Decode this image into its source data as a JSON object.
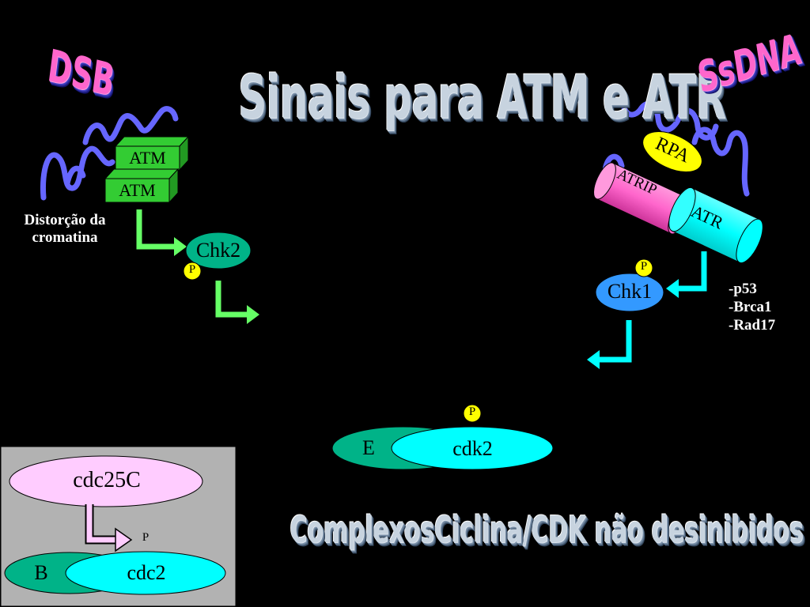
{
  "title": "Sinais para ATM e ATR",
  "subtitle": "ComplexosCiclina/CDK não desinibidos",
  "dsb": "DSB",
  "ssdna": "SsDNA",
  "atm_top": "ATM",
  "atm_bottom": "ATM",
  "chromatin_line1": "Distorção da",
  "chromatin_line2": "cromatina",
  "chk2": "Chk2",
  "chk1": "Chk1",
  "rpa": "RPA",
  "atrip": "ATRIP",
  "atr": "ATR",
  "phospho": "P",
  "targets": [
    "-p53",
    "-Brca1",
    "-Rad17"
  ],
  "cyclin_e": "E",
  "cdk2": "cdk2",
  "cdc25c": "cdc25C",
  "cyclin_b": "B",
  "cdc2": "cdc2",
  "colors": {
    "atm_green": "#33cc33",
    "arrow_green": "#66ff66",
    "chk2_teal": "#00b388",
    "chk1_blue": "#3399ff",
    "arrow_cyan": "#00ffff",
    "rpa_yellow": "#ffff00",
    "atrip_pink": "#ff66cc",
    "atr_cyan": "#00ffff",
    "dna_purple": "#6666ff",
    "cdc25c_pink": "#ffccff",
    "inset_gray": "#b2b2b2"
  }
}
